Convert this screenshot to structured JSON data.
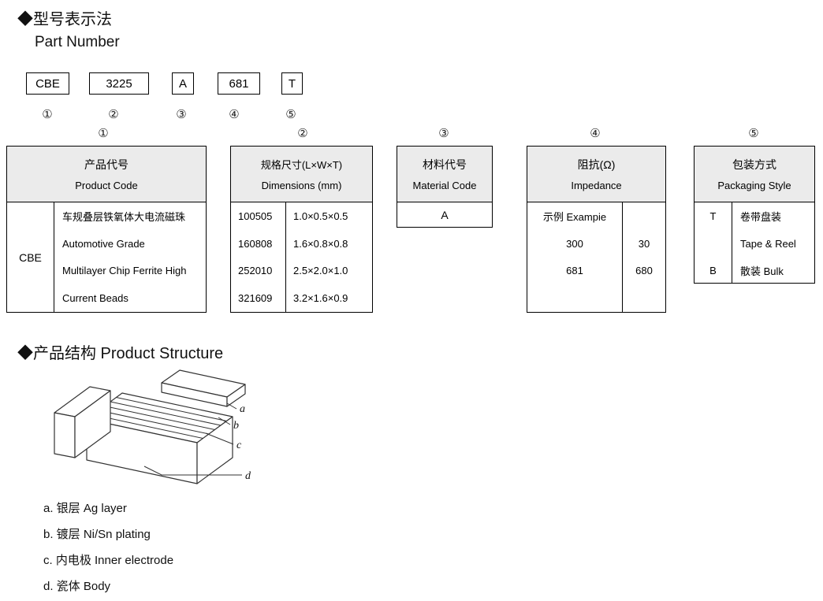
{
  "page": {
    "title_zh": "◆型号表示法",
    "title_en": "Part Number",
    "section2_title": "◆产品结构 Product Structure"
  },
  "part_number": {
    "boxes": [
      {
        "code": "CBE",
        "index": "①"
      },
      {
        "code": "3225",
        "index": "②"
      },
      {
        "code": "A",
        "index": "③"
      },
      {
        "code": "681",
        "index": "④"
      },
      {
        "code": "T",
        "index": "⑤"
      }
    ]
  },
  "tables": {
    "product_code": {
      "index": "①",
      "header_zh": "产品代号",
      "header_en": "Product Code",
      "code": "CBE",
      "description_lines": [
        "车规叠层铁氧体大电流磁珠",
        "Automotive Grade",
        "Multilayer Chip Ferrite High",
        "Current Beads"
      ]
    },
    "dimensions": {
      "index": "②",
      "header_zh": "规格尺寸(L×W×T)",
      "header_en": "Dimensions (mm)",
      "rows": [
        {
          "code": "100505",
          "size": "1.0×0.5×0.5"
        },
        {
          "code": "160808",
          "size": "1.6×0.8×0.8"
        },
        {
          "code": "252010",
          "size": "2.5×2.0×1.0"
        },
        {
          "code": "321609",
          "size": "3.2×1.6×0.9"
        }
      ]
    },
    "material_code": {
      "index": "③",
      "header_zh": "材料代号",
      "header_en": "Material Code",
      "value": "A"
    },
    "impedance": {
      "index": "④",
      "header_zh": "阻抗(Ω)",
      "header_en": "Impedance",
      "rows": [
        {
          "left": "示例 Exampie",
          "right": ""
        },
        {
          "left": "300",
          "right": "30"
        },
        {
          "left": "681",
          "right": "680"
        }
      ]
    },
    "packaging": {
      "index": "⑤",
      "header_zh": "包装方式",
      "header_en": "Packaging Style",
      "rows": [
        {
          "code": "T",
          "label": "卷带盘装"
        },
        {
          "code": "",
          "label": "Tape & Reel"
        },
        {
          "code": "B",
          "label": "散装  Bulk"
        }
      ]
    }
  },
  "structure": {
    "labels": [
      "a",
      "b",
      "c",
      "d"
    ],
    "legend": [
      "a. 银层  Ag layer",
      "b. 镀层 Ni/Sn plating",
      "c. 内电极 Inner electrode",
      "d. 瓷体 Body"
    ]
  }
}
